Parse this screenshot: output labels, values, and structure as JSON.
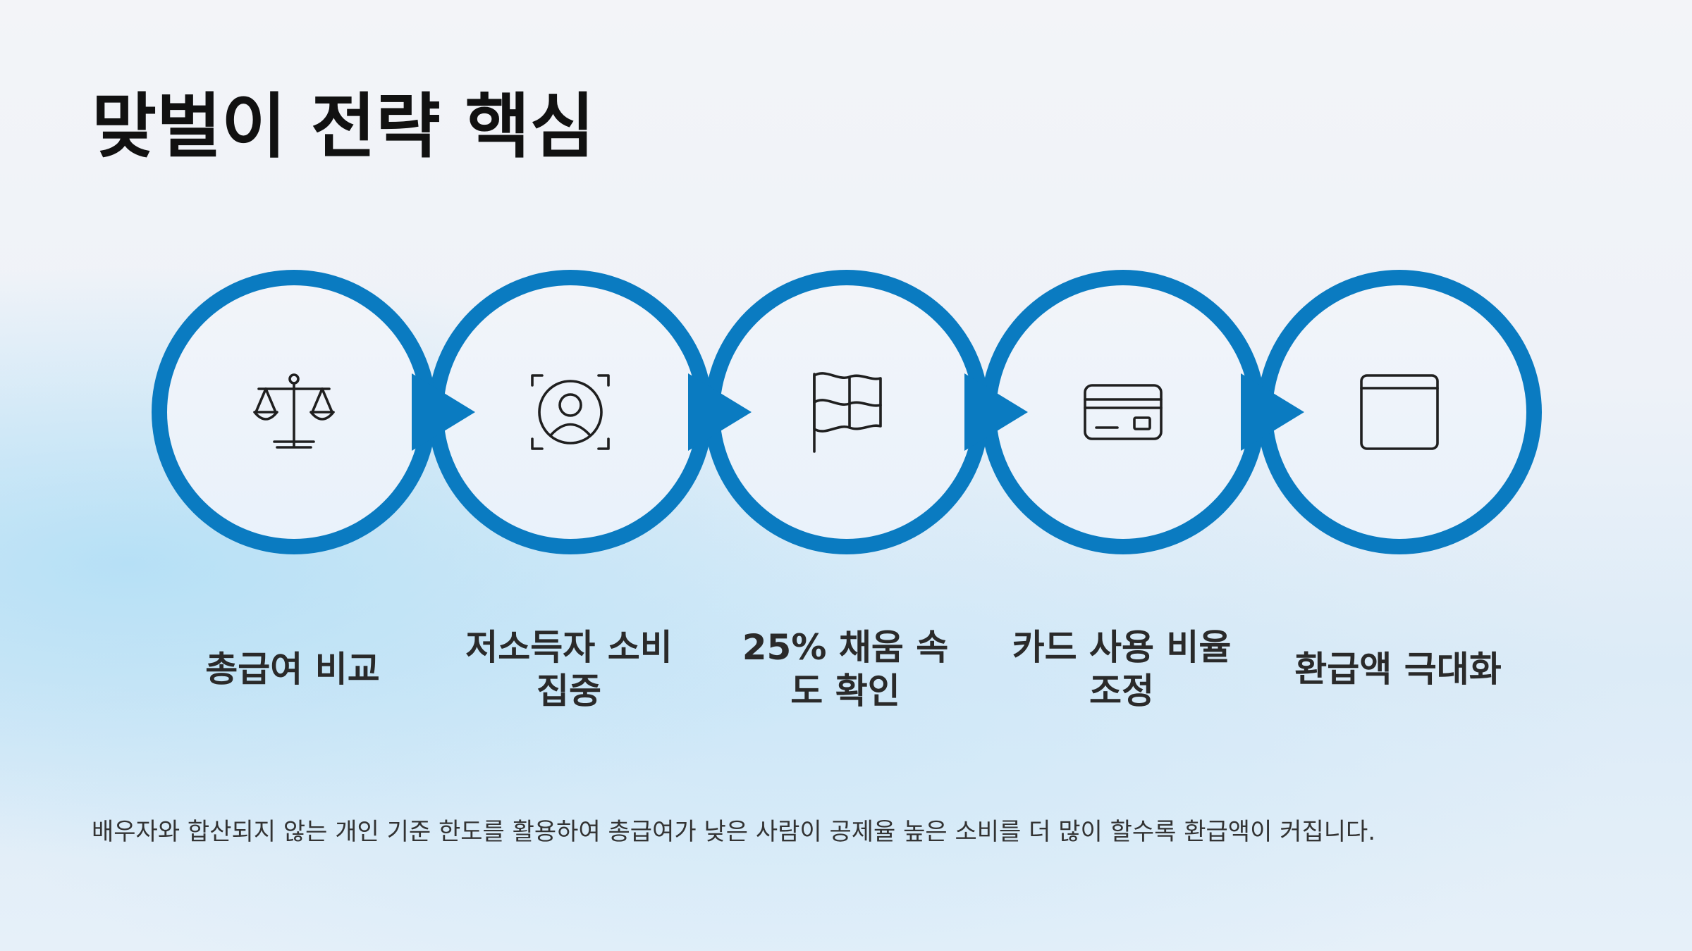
{
  "slide": {
    "title": "맞벌이 전략 핵심",
    "accent_color": "#0a7bc1",
    "steps": [
      {
        "icon": "balance-scale-icon",
        "label": "총급여 비교"
      },
      {
        "icon": "user-focus-icon",
        "label": "저소득자 소비 집중"
      },
      {
        "icon": "flag-icon",
        "label": "25% 채움 속도 확인"
      },
      {
        "icon": "credit-card-icon",
        "label": "카드 사용 비율 조정"
      },
      {
        "icon": "window-icon",
        "label": "환급액 극대화"
      }
    ],
    "footnote": "배우자와 합산되지 않는 개인 기준 한도를 활용하여 총급여가 낮은 사람이 공제율 높은 소비를 더 많이 할수록 환급액이 커집니다."
  }
}
